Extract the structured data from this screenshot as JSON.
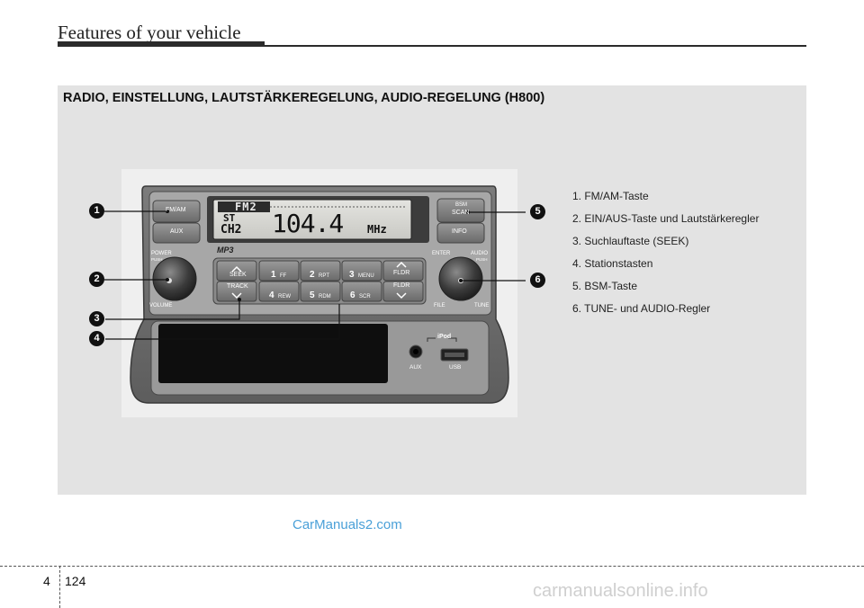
{
  "header": {
    "title": "Features of your vehicle"
  },
  "section": {
    "title": "RADIO, EINSTELLUNG, LAUTSTÄRKEREGELUNG, AUDIO-REGELUNG (H800)"
  },
  "radio": {
    "display": {
      "band": "FM2",
      "stereo": "ST",
      "channel": "CH2",
      "frequency": "104.4",
      "unit": "MHz"
    },
    "badge": "MP3",
    "buttons": {
      "fm_am": "FM/AM",
      "aux": "AUX",
      "bsm": "BSM",
      "scan": "SCAN",
      "info": "INFO",
      "seek": "SEEK",
      "track": "TRACK",
      "preset_1": "1",
      "preset_1_sub": "FF",
      "preset_2": "2",
      "preset_2_sub": "RPT",
      "preset_3": "3",
      "preset_3_sub": "MENU",
      "preset_4": "4",
      "preset_4_sub": "REW",
      "preset_5": "5",
      "preset_5_sub": "RDM",
      "preset_6": "6",
      "preset_6_sub": "SCR",
      "fldr_up": "FLDR",
      "fldr_down": "FLDR"
    },
    "labels": {
      "power": "POWER",
      "push_left": "PUSH",
      "volume": "VOLUME",
      "enter": "ENTER",
      "audio": "AUDIO",
      "push_right": "PUSH",
      "file": "FILE",
      "tune": "TUNE",
      "ipod": "iPod",
      "aux_port": "AUX",
      "usb": "USB"
    }
  },
  "callouts": [
    "1",
    "2",
    "3",
    "4",
    "5",
    "6"
  ],
  "legend": [
    "1. FM/AM-Taste",
    "2. EIN/AUS-Taste und Lautstärkeregler",
    "3. Suchlauftaste (SEEK)",
    "4. Stationstasten",
    "5. BSM-Taste",
    "6. TUNE- und AUDIO-Regler"
  ],
  "watermark": "CarManuals2.com",
  "watermark_bottom": "carmanualsonline.info",
  "footer": {
    "section": "4",
    "page": "124"
  }
}
